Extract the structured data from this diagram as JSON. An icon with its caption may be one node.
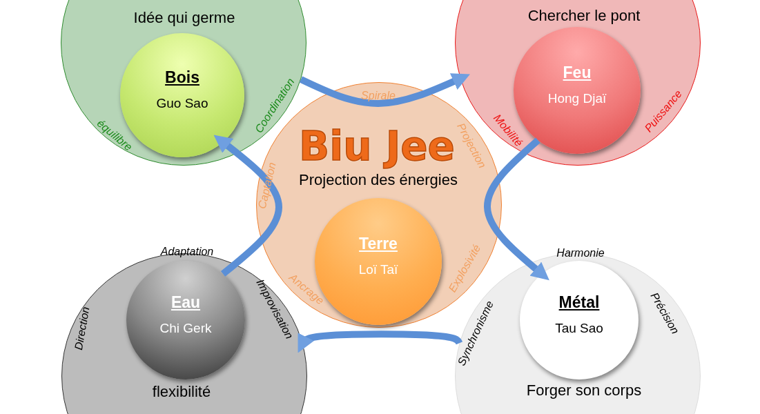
{
  "diagram": {
    "nodes": [
      {
        "text": [
          "Idée qui germe",
          "Coordination",
          "équilibre"
        ]
      },
      {
        "text": [
          "Bois",
          "Guo Sao"
        ],
        "in": 0
      },
      {
        "text": [
          "Chercher le pont",
          "Puissance",
          "Mobilité"
        ]
      },
      {
        "text": [
          "Feu",
          "Hong Djaï"
        ],
        "in": 2
      },
      {
        "text": [
          "Spirale",
          "Biu Jee",
          "Projection",
          "Captation",
          "Projection des énergies",
          "Ancrage",
          "Explosivité"
        ]
      },
      {
        "text": [
          "Terre",
          "Loï Taï"
        ],
        "in": 4
      },
      {
        "text": [
          "Adaptation",
          "Improvisation",
          "Direction",
          "flexibilité"
        ]
      },
      {
        "text": [
          "Eau",
          "Chi Gerk"
        ],
        "in": 6
      },
      {
        "text": [
          "Harmonie",
          "Précision",
          "Synchronisme",
          "Forger son corps"
        ]
      },
      {
        "text": [
          "Métal",
          "Tau Sao"
        ],
        "in": 8
      }
    ],
    "edges": [
      {
        "from": 0,
        "to": 2,
        "arrow": "to"
      },
      {
        "from": 3,
        "to": 9,
        "arrow": "to"
      },
      {
        "from": 8,
        "to": 6,
        "arrow": "to"
      },
      {
        "from": 7,
        "to": 1,
        "arrow": "to"
      }
    ]
  }
}
